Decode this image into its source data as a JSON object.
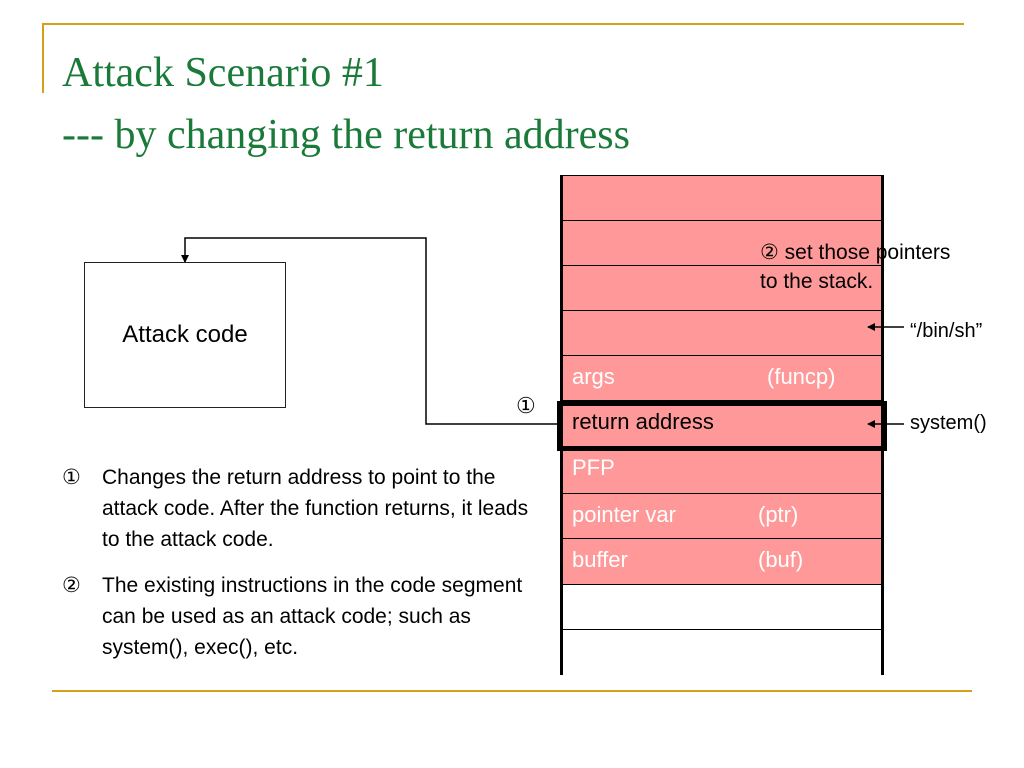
{
  "slide": {
    "title_line1": "Attack Scenario #1",
    "title_line2": "---  by changing the return address"
  },
  "attack_code_box": {
    "label": "Attack code"
  },
  "stack": {
    "cells": [
      {
        "label": "",
        "sub": ""
      },
      {
        "label": "",
        "sub": ""
      },
      {
        "label": "",
        "sub": ""
      },
      {
        "label": "",
        "sub": ""
      },
      {
        "label": "args",
        "sub": "(funcp)"
      },
      {
        "label": "return address",
        "sub": ""
      },
      {
        "label": "PFP",
        "sub": ""
      },
      {
        "label": "pointer var",
        "sub": "(ptr)"
      },
      {
        "label": "buffer",
        "sub": "(buf)"
      },
      {
        "label": "",
        "sub": ""
      },
      {
        "label": "",
        "sub": ""
      }
    ]
  },
  "annotations": {
    "step1_marker": "①",
    "note_line1": "② set those  pointers",
    "note_line2": "to the stack.",
    "binsh": "“/bin/sh”",
    "system": "system()"
  },
  "explanations": [
    {
      "marker": "①",
      "text": "Changes the return address to point to the attack code. After the function returns, it leads to the attack code."
    },
    {
      "marker": "②",
      "text": "The existing instructions in the code segment can be used as an attack code; such as system(), exec(), etc."
    }
  ],
  "colors": {
    "title": "#1a7a3a",
    "frame": "#d4a017",
    "stack_fill": "#ff9999"
  }
}
